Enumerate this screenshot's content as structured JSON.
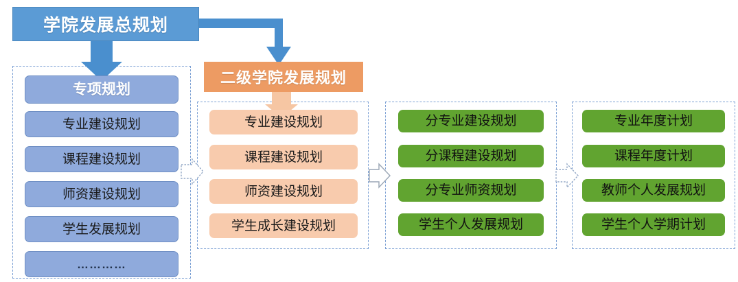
{
  "diagram": {
    "title": "学院发展总规划",
    "root": {
      "label": "学院发展总规划"
    },
    "second_level_header": {
      "label": "二级学院发展规划"
    },
    "columns": [
      {
        "id": "special-plans",
        "color": "#8FAADC",
        "header": "专项规划",
        "items": [
          "专业建设规划",
          "课程建设规划",
          "师资建设规划",
          "学生发展规划",
          "…………"
        ]
      },
      {
        "id": "secondary-college-plans",
        "color": "#F8CBAD",
        "header": "二级学院发展规划",
        "items": [
          "专业建设规划",
          "课程建设规划",
          "师资建设规划",
          "学生成长建设规划"
        ]
      },
      {
        "id": "sub-plans",
        "color": "#61A430",
        "header": "",
        "items": [
          "分专业建设规划",
          "分课程建设规划",
          "分专业师资规划",
          "学生个人发展规划"
        ]
      },
      {
        "id": "annual-plans",
        "color": "#61A430",
        "header": "",
        "items": [
          "专业年度计划",
          "课程年度计划",
          "教师个人发展规划",
          "学生个人学期计划"
        ]
      }
    ],
    "connectors": [
      {
        "name": "root-to-special",
        "style": "blue-block-arrow-down"
      },
      {
        "name": "root-to-secondary",
        "style": "blue-elbow-arrow"
      },
      {
        "name": "secondary-header-to-items",
        "style": "peach-block-arrow-down"
      },
      {
        "name": "col1-to-col2",
        "style": "outlined-chevron-right"
      },
      {
        "name": "col2-to-col3",
        "style": "outlined-chevron-right"
      },
      {
        "name": "col3-to-col4",
        "style": "outlined-chevron-right"
      }
    ],
    "palette": {
      "root_blue": "#5B9BD5",
      "item_blue": "#8FAADC",
      "header_orange": "#ED9B63",
      "item_peach": "#F8CBAD",
      "item_green": "#61A430",
      "dashed_border": "#7A9FD4",
      "arrow_outline": "#8FA3BF",
      "background": "#FFFFFF"
    }
  }
}
